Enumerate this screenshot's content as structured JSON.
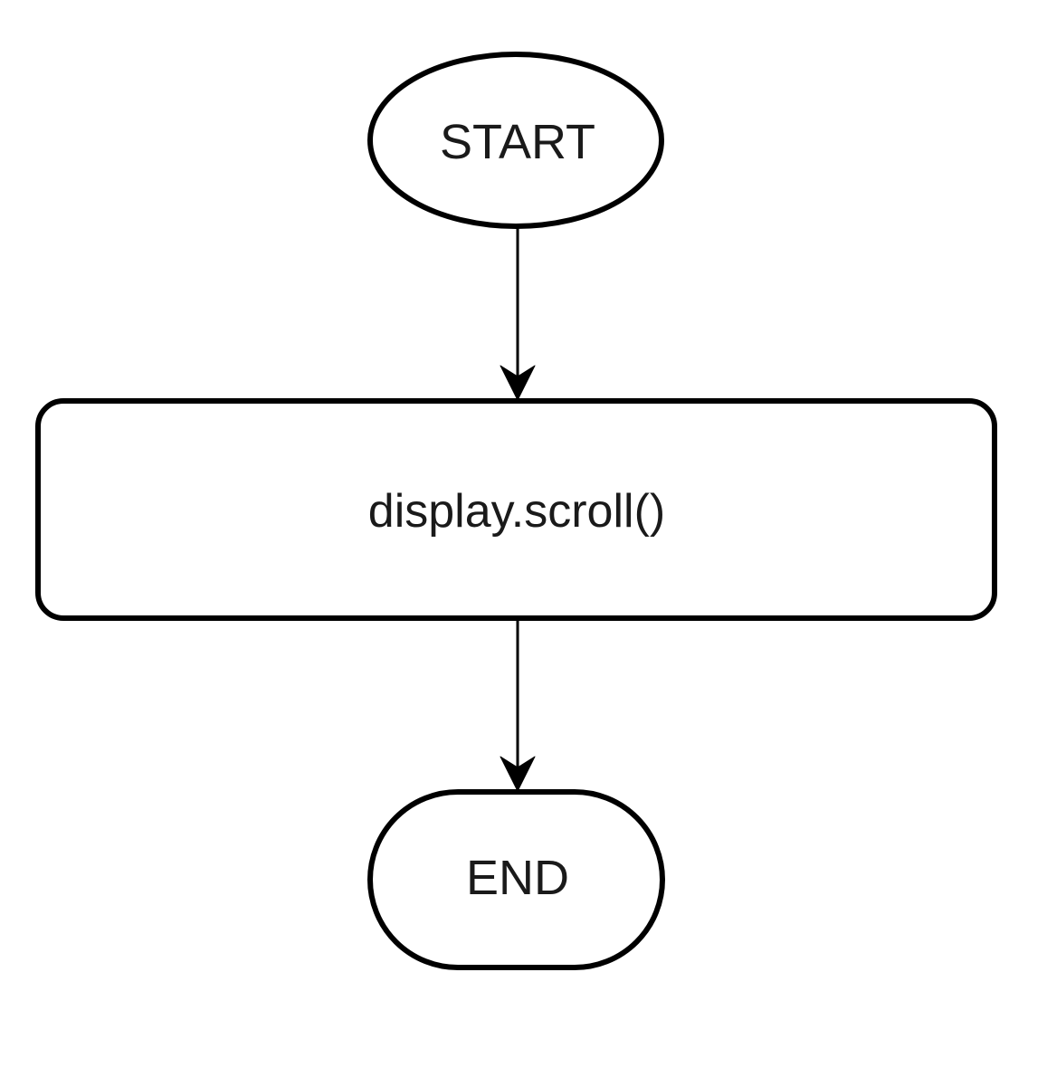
{
  "flowchart": {
    "start": {
      "label": "START"
    },
    "process": {
      "label": "display.scroll()"
    },
    "end": {
      "label": "END"
    }
  },
  "colors": {
    "stroke": "#000000",
    "fill": "#ffffff",
    "text": "#1a1a1a"
  }
}
